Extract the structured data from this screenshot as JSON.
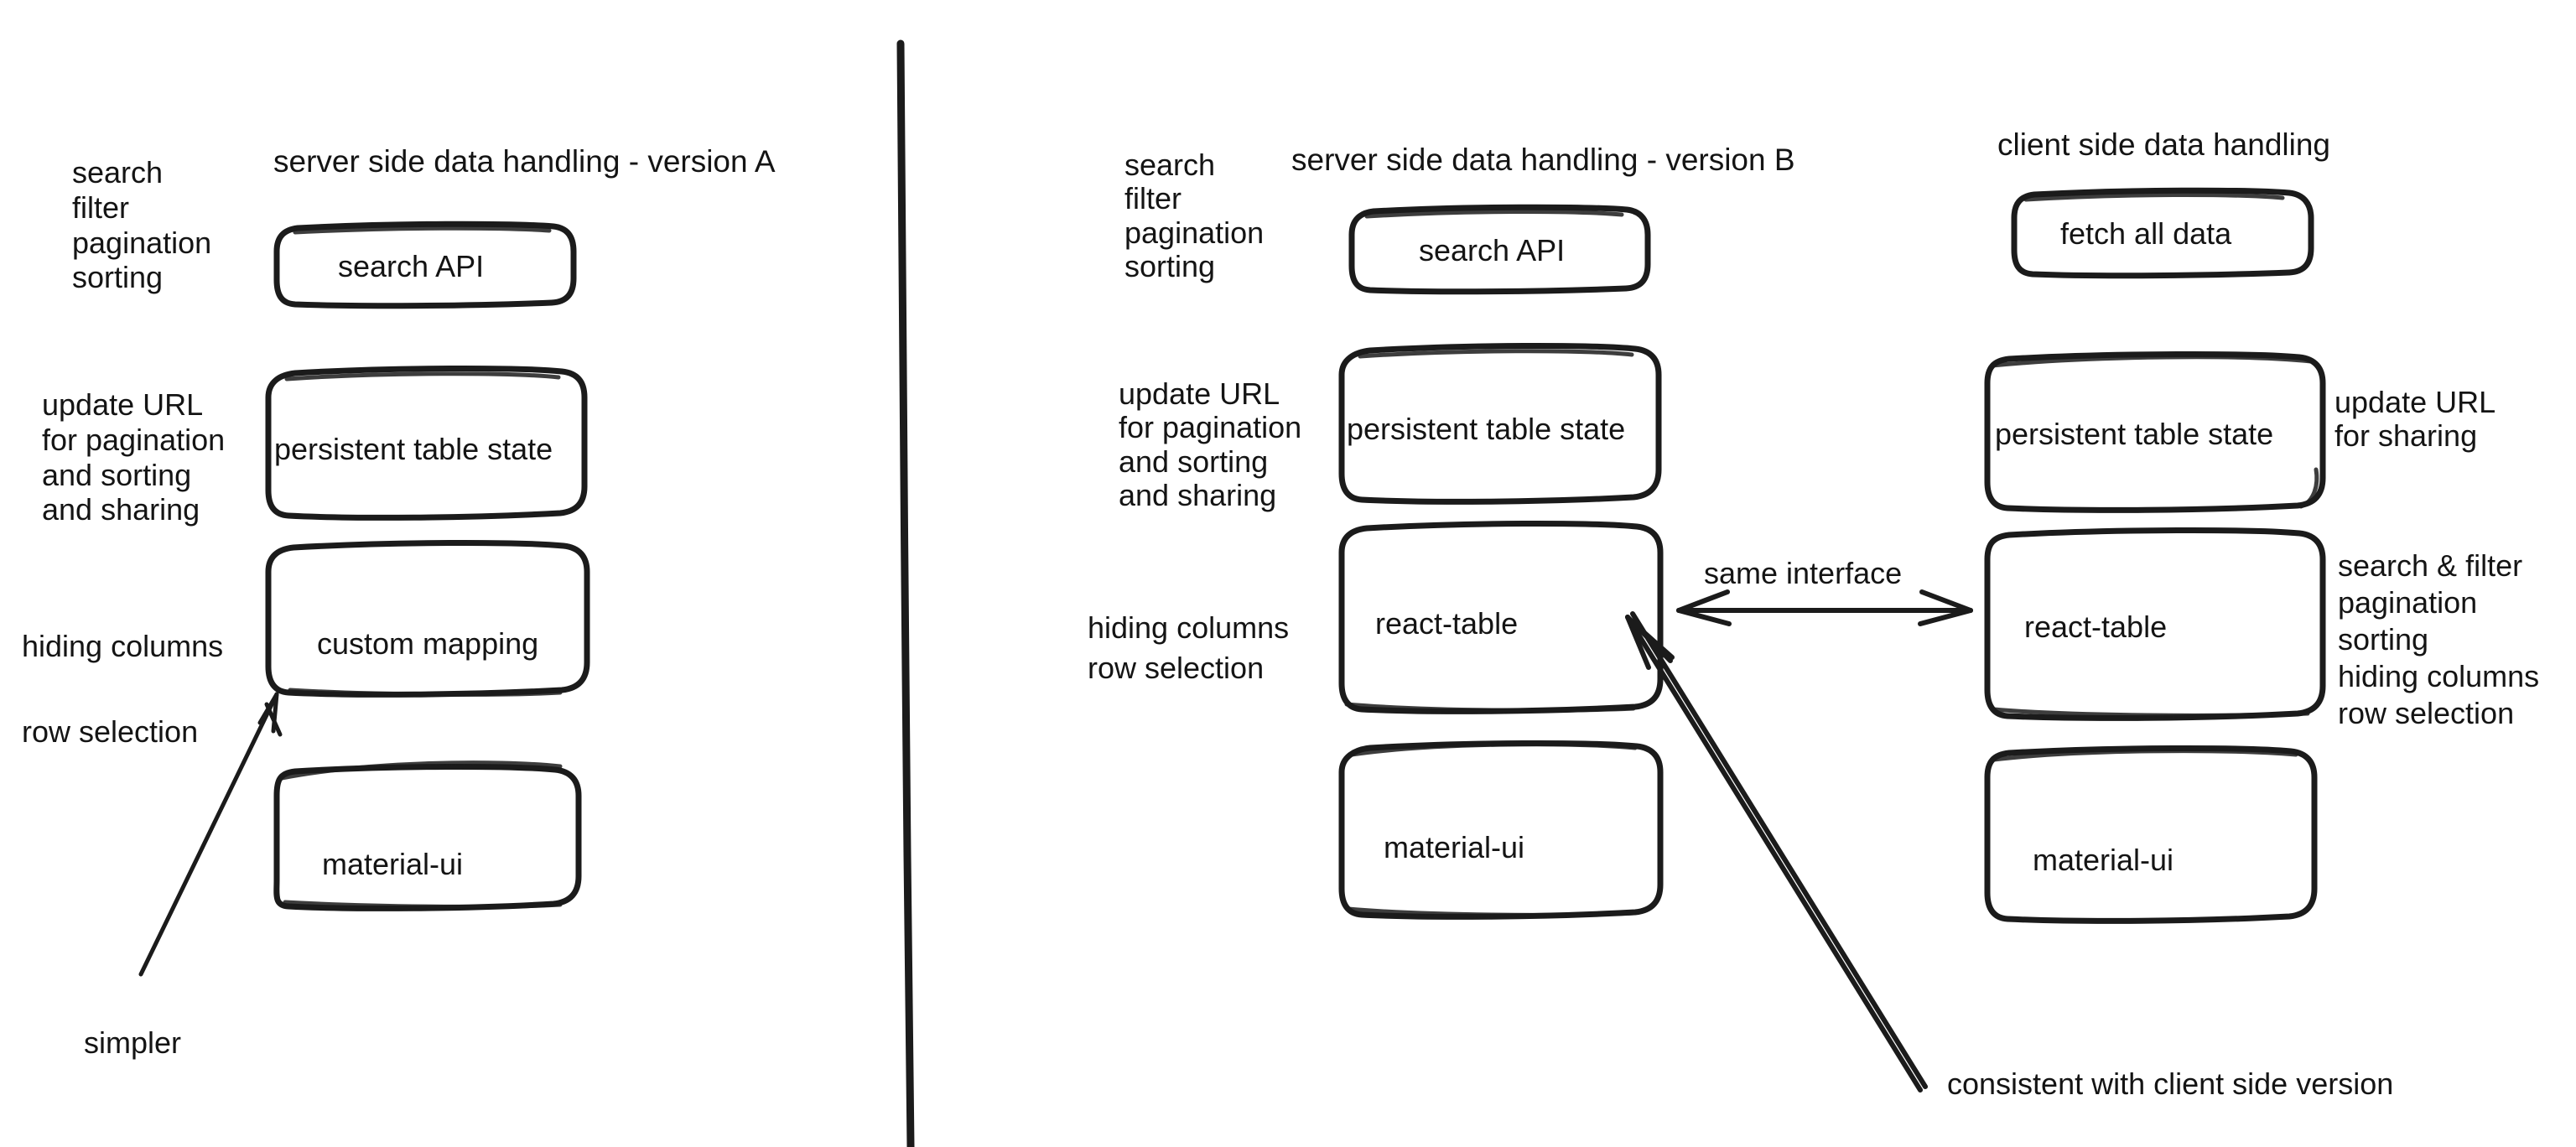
{
  "diagram": {
    "style": "hand-drawn whiteboard sketch",
    "stroke_color": "#1b1b1b",
    "background_color": "#ffffff",
    "divider_label": "vertical-divider"
  },
  "left_panel": {
    "title": "server side data handling - version A",
    "annotations": {
      "top_left": "search\nfilter\npagination\nsorting",
      "mid_left": "update URL\nfor pagination\nand sorting\nand sharing",
      "lower_left": "hiding columns\n\nrow selection",
      "bottom_note": "simpler"
    },
    "nodes": [
      {
        "label": "search API"
      },
      {
        "label": "persistent table state"
      },
      {
        "label": "custom mapping"
      },
      {
        "label": "material-ui"
      }
    ]
  },
  "right_panel": {
    "middle_column": {
      "title": "server side data handling - version B",
      "annotations": {
        "top_left": "search\nfilter\npagination\nsorting",
        "mid_left": "update URL\nfor pagination\nand sorting\nand sharing",
        "lower_left": "hiding columns\nrow selection"
      },
      "nodes": [
        {
          "label": "search API"
        },
        {
          "label": "persistent table state"
        },
        {
          "label": "react-table"
        },
        {
          "label": "material-ui"
        }
      ]
    },
    "right_column": {
      "title": "client side data handling",
      "annotations": {
        "mid_right": "update URL\nfor sharing",
        "lower_right": "search & filter\npagination\nsorting\nhiding columns\nrow selection"
      },
      "nodes": [
        {
          "label": "fetch all data"
        },
        {
          "label": "persistent table state"
        },
        {
          "label": "react-table"
        },
        {
          "label": "material-ui"
        }
      ]
    },
    "connector_label": "same interface",
    "bottom_note": "consistent with client side version"
  }
}
